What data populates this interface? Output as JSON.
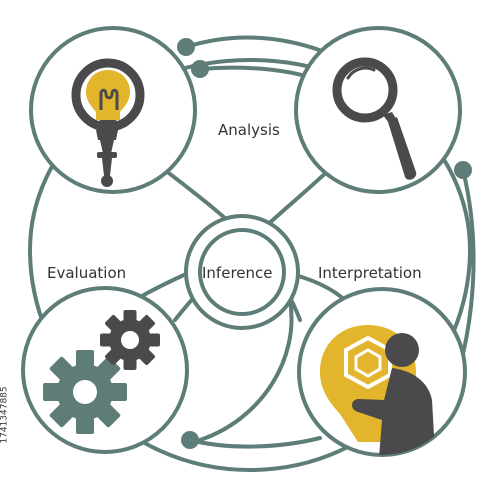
{
  "diagram": {
    "labels": {
      "top": "Analysis",
      "left": "Evaluation",
      "center": "Inference",
      "right": "Interpretation"
    },
    "icons": {
      "top_left": "lightbulb-magnifier-icon",
      "top_right": "magnifying-glass-icon",
      "bottom_left": "gears-icon",
      "bottom_right": "person-thinking-icon"
    },
    "colors": {
      "line": "#5e7d78",
      "accent": "#e3b52c",
      "dark": "#4a4a4c",
      "gear": "#5e7d78"
    }
  },
  "watermark": {
    "stock_id": "1741347885"
  }
}
